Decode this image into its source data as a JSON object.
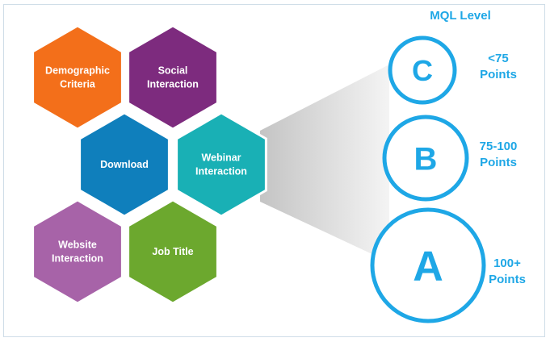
{
  "hexagons": [
    {
      "id": "demographic",
      "lines": [
        "Demographic",
        "Criteria"
      ],
      "color": "#f36f1a"
    },
    {
      "id": "social",
      "lines": [
        "Social",
        "Interaction"
      ],
      "color": "#7d2b7e"
    },
    {
      "id": "download",
      "lines": [
        "Download"
      ],
      "color": "#0f7fbc"
    },
    {
      "id": "webinar",
      "lines": [
        "Webinar",
        "Interaction"
      ],
      "color": "#19b0b5"
    },
    {
      "id": "website",
      "lines": [
        "Website",
        "Interaction"
      ],
      "color": "#a763a8"
    },
    {
      "id": "jobtitle",
      "lines": [
        "Job Title"
      ],
      "color": "#6ca82e"
    }
  ],
  "mql": {
    "title": "MQL Level",
    "accent": "#1ea7e6",
    "levels": [
      {
        "letter": "C",
        "points_lines": [
          "<75",
          "Points"
        ]
      },
      {
        "letter": "B",
        "points_lines": [
          "75-100",
          "Points"
        ]
      },
      {
        "letter": "A",
        "points_lines": [
          "100+",
          "Points"
        ]
      }
    ]
  }
}
